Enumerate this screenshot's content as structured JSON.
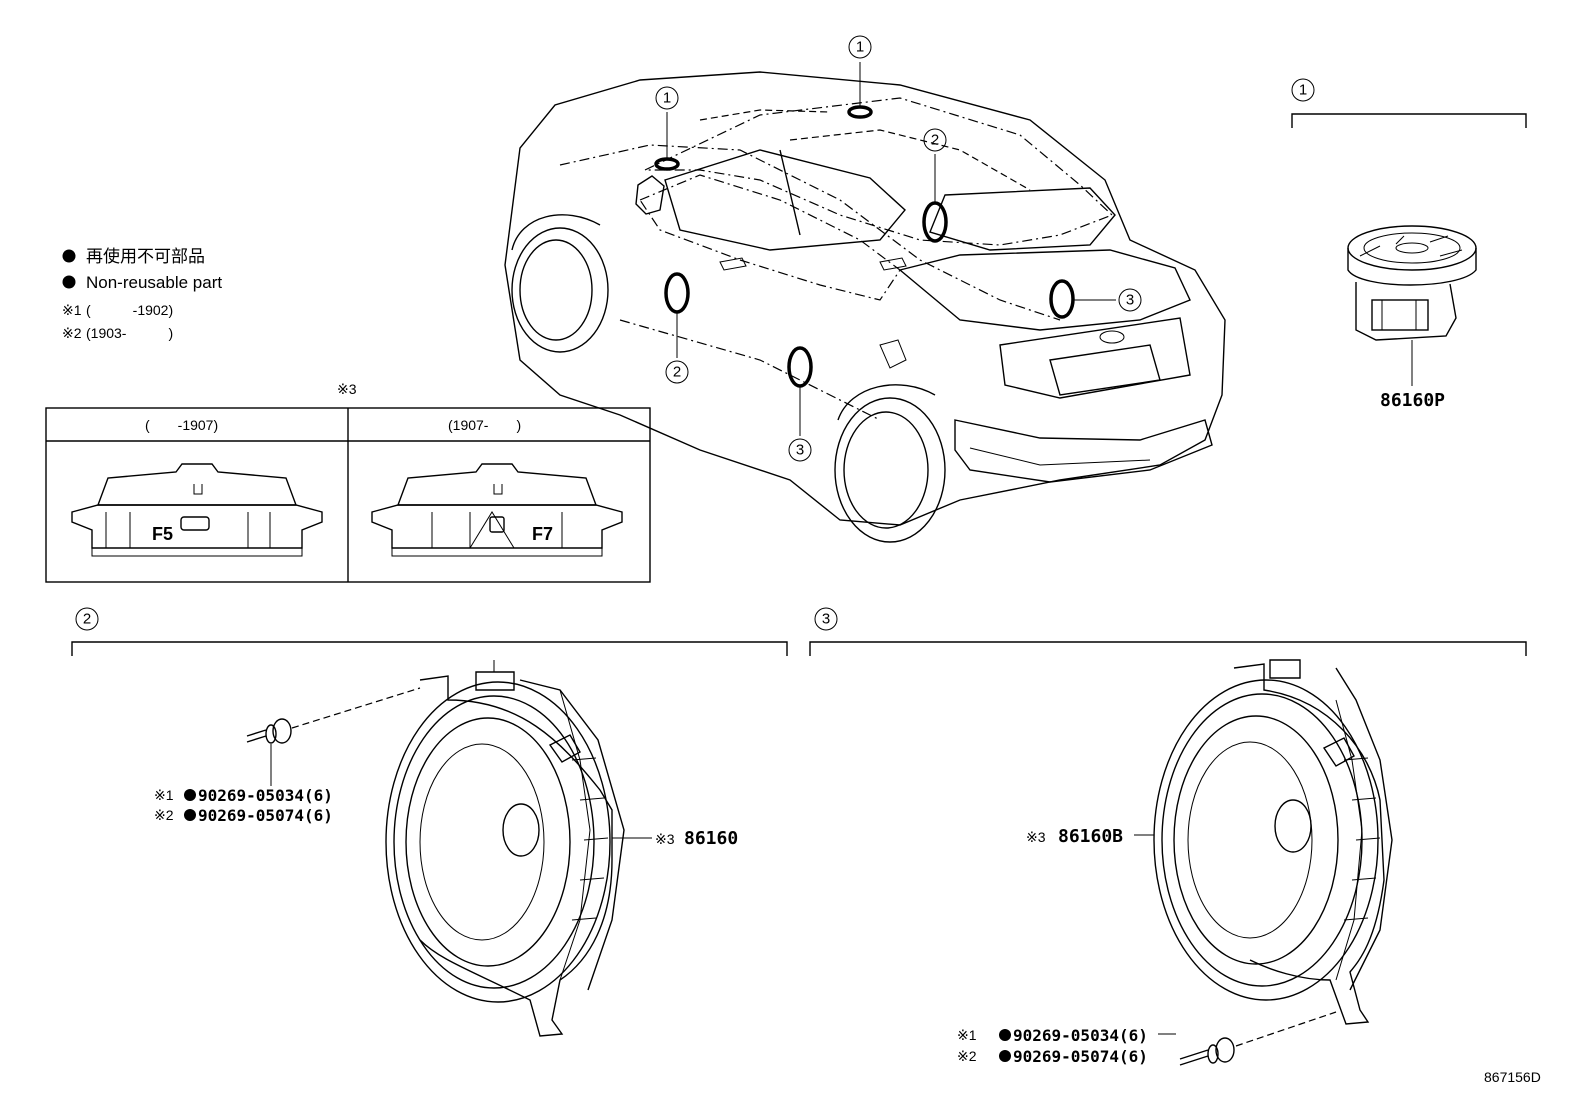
{
  "legend": {
    "line1": "再使用不可部品",
    "line2": "Non-reusable part",
    "note1_mark": "※1",
    "note1_range": "(　　　-1902)",
    "note2_mark": "※2",
    "note2_range": "(1903-　　　)"
  },
  "variant_table": {
    "mark": "※3",
    "left_header": "(　　-1907)",
    "right_header": "(1907-　　)",
    "left_code": "F5",
    "right_code": "F7"
  },
  "callouts": {
    "c1": "1",
    "c2": "2",
    "c3": "3"
  },
  "section1": {
    "part_number": "86160P"
  },
  "section2": {
    "part_mark": "※3",
    "part_number": "86160",
    "rivet_note1_mark": "※1",
    "rivet_note1_pn": "90269-05034(6)",
    "rivet_note2_mark": "※2",
    "rivet_note2_pn": "90269-05074(6)"
  },
  "section3": {
    "part_mark": "※3",
    "part_number": "86160B",
    "rivet_note1_mark": "※1",
    "rivet_note1_pn": "90269-05034(6)",
    "rivet_note2_mark": "※2",
    "rivet_note2_pn": "90269-05074(6)"
  },
  "diagram_id": "867156D"
}
